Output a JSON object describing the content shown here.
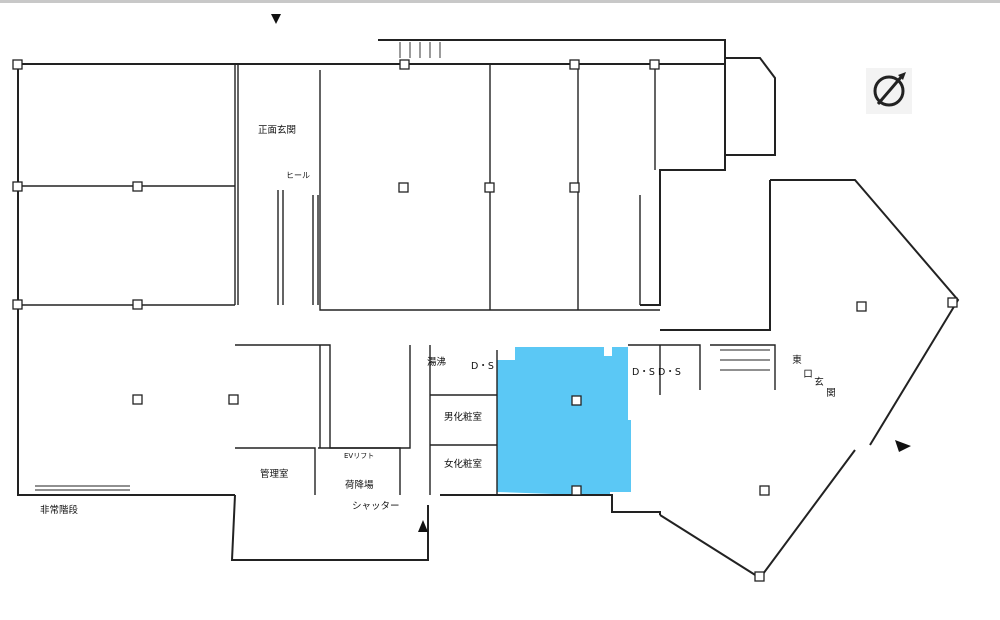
{
  "highlight": {
    "color": "#5bc8f5"
  },
  "line_color": "#222222",
  "labels": {
    "main_entrance": "正面玄関",
    "hall": "ヒール",
    "janitor": "湯沸",
    "ds1": "D・S",
    "ds2": "D・S",
    "ds3": "D・S",
    "mens_restroom": "男化粧室",
    "womens_restroom": "女化粧室",
    "management_office": "管理室",
    "elevator": "EVリフト",
    "loading_dock": "荷降場",
    "shutter": "シャッター",
    "emergency_stairs": "非常階段",
    "east_entrance": [
      "東",
      "口",
      "玄",
      "関"
    ]
  },
  "icons": {
    "compass": "no-north-compass-icon",
    "entrance_arrow": "entrance-arrow-icon"
  }
}
